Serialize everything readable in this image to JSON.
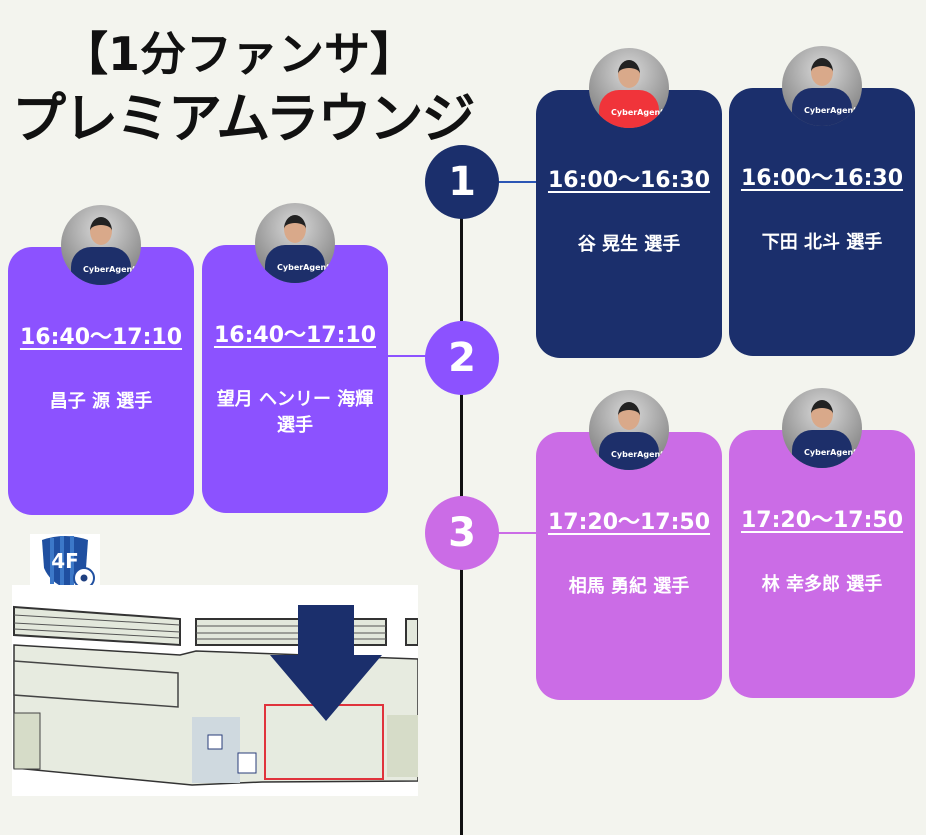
{
  "title": {
    "line1": "【1分ファンサ】",
    "line2": "プレミアムラウンジ"
  },
  "colors": {
    "slot1": "#1b2f6c",
    "slot2": "#8c52ff",
    "slot3": "#cb6ce6"
  },
  "slots": [
    {
      "number": "1",
      "cards": [
        {
          "time": "16:00〜16:30",
          "name": "谷 晃生 選手",
          "jersey": "red"
        },
        {
          "time": "16:00〜16:30",
          "name": "下田 北斗 選手",
          "jersey": "navy"
        }
      ]
    },
    {
      "number": "2",
      "cards": [
        {
          "time": "16:40〜17:10",
          "name": "昌子 源 選手",
          "jersey": "navy"
        },
        {
          "time": "16:40〜17:10",
          "name": "望月 ヘンリー 海輝 選手",
          "jersey": "navy"
        }
      ]
    },
    {
      "number": "3",
      "cards": [
        {
          "time": "17:20〜17:50",
          "name": "相馬 勇紀 選手",
          "jersey": "navy"
        },
        {
          "time": "17:20〜17:50",
          "name": "林 幸多郎 選手",
          "jersey": "navy"
        }
      ]
    }
  ],
  "sponsor": "CyberAgent",
  "map": {
    "floor": "4F"
  }
}
